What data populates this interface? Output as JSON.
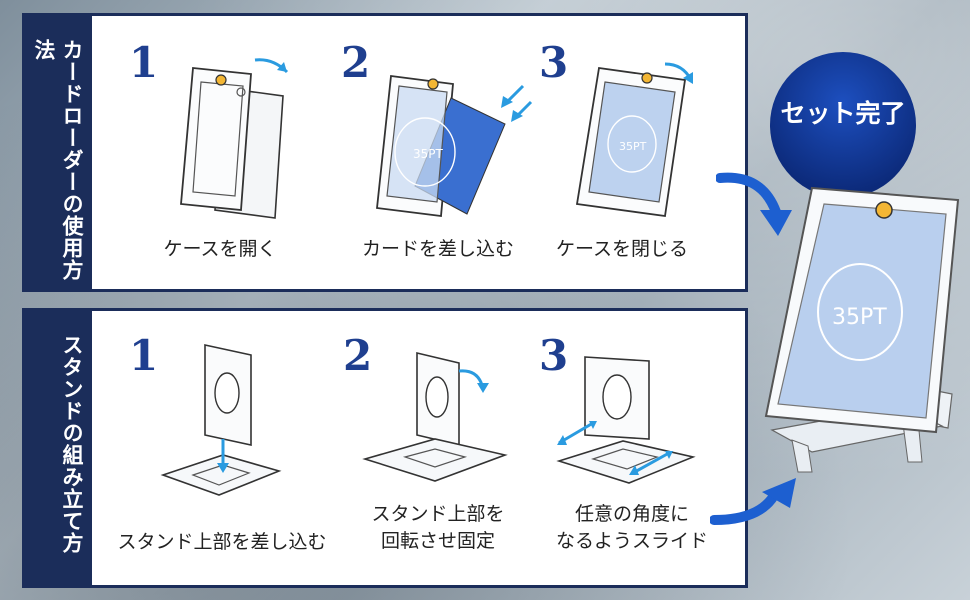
{
  "section1": {
    "title": "カードローダーの使用方法",
    "steps": [
      {
        "number": "1",
        "label": "ケースを開く"
      },
      {
        "number": "2",
        "label": "カードを差し込む"
      },
      {
        "number": "3",
        "label": "ケースを閉じる"
      }
    ],
    "card_mark": "35PT"
  },
  "section2": {
    "title": "スタンドの組み立て方",
    "steps": [
      {
        "number": "1",
        "label": "スタンド上部を差し込む",
        "label2": ""
      },
      {
        "number": "2",
        "label": "スタンド上部を",
        "label2": "回転させ固定"
      },
      {
        "number": "3",
        "label": "任意の角度に",
        "label2": "なるようスライド"
      }
    ]
  },
  "result": {
    "label": "セット完了",
    "card_mark": "35PT"
  },
  "colors": {
    "navy": "#1b2d5a",
    "accent_blue": "#1f3f8f",
    "arrow_blue": "#2a9be0",
    "card_blue": "#b9cfee"
  }
}
